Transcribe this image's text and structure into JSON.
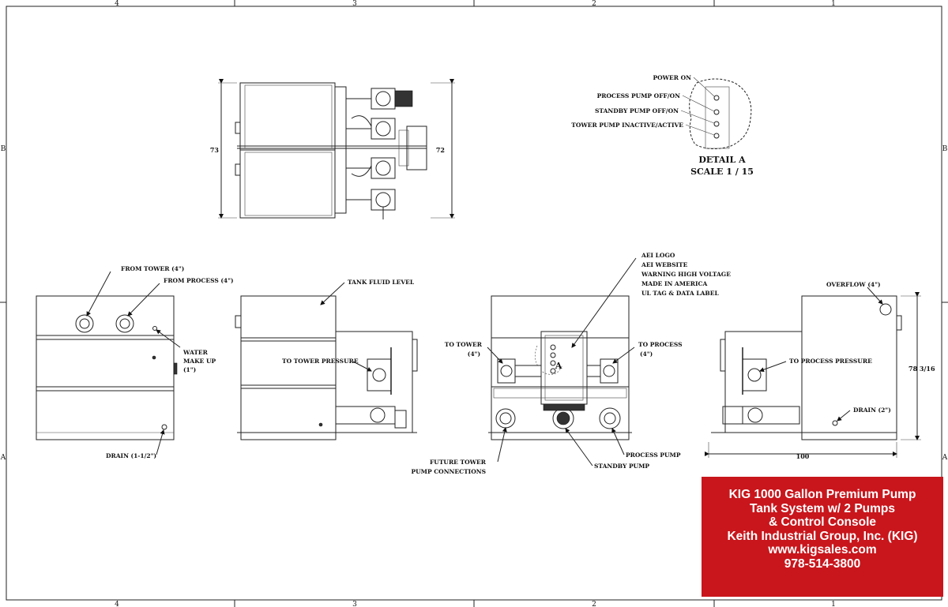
{
  "zones": {
    "top": [
      "4",
      "3",
      "2",
      "1"
    ],
    "bottom": [
      "4",
      "3",
      "2",
      "1"
    ],
    "left": [
      "B",
      "A"
    ],
    "right": [
      "B",
      "A"
    ]
  },
  "detail": {
    "title": "DETAIL  A",
    "scale": "SCALE 1 / 15",
    "labels": [
      "POWER ON",
      "PROCESS PUMP OFF/ON",
      "STANDBY PUMP OFF/ON",
      "TOWER PUMP INACTIVE/ACTIVE"
    ]
  },
  "top_view": {
    "dim_left": "73",
    "dim_right": "72"
  },
  "left_view": {
    "from_tower": "FROM TOWER (4\")",
    "from_process": "FROM PROCESS (4\")",
    "water_line1": "WATER",
    "water_line2": "MAKE UP",
    "water_line3": "(1\")",
    "drain": "DRAIN (1-1/2\")"
  },
  "side_view": {
    "tank_fluid_level": "TANK FLUID LEVEL",
    "to_tower_pressure": "TO TOWER PRESSURE"
  },
  "front_view": {
    "labels": [
      "AEI LOGO",
      "AEI WEBSITE",
      "WARNING HIGH VOLTAGE",
      "MADE IN AMERICA",
      "UL TAG & DATA LABEL"
    ],
    "to_tower_line1": "TO TOWER",
    "to_tower_line2": "(4\")",
    "to_process_line1": "TO PROCESS",
    "to_process_line2": "(4\")",
    "detail_ref": "A",
    "future_line1": "FUTURE TOWER",
    "future_line2": "PUMP CONNECTIONS",
    "process_pump": "PROCESS PUMP",
    "standby_pump": "STANDBY PUMP"
  },
  "right_view": {
    "overflow": "OVERFLOW (4\")",
    "to_process_pressure": "TO PROCESS PRESSURE",
    "drain": "DRAIN (2\")",
    "dim_height": "78 3/16",
    "dim_width": "100"
  },
  "title_block": {
    "line1": "KIG 1000 Gallon Premium Pump",
    "line2": "Tank System w/ 2 Pumps",
    "line3": "& Control Console",
    "line4": "Keith Industrial Group, Inc. (KIG)",
    "line5": "www.kigsales.com",
    "line6": "978-514-3800"
  },
  "colors": {
    "title_block_bg": "#c8161c",
    "title_block_text": "#ffffff",
    "line": "#222222"
  }
}
